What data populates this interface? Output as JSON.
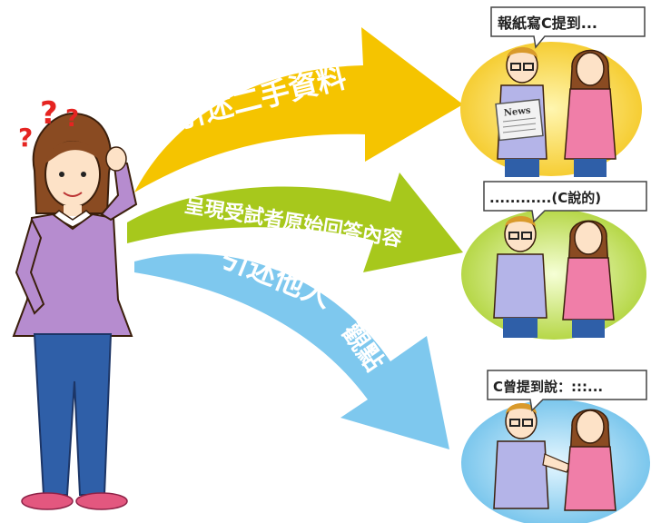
{
  "arrows": {
    "top": {
      "label": "引述二手資料",
      "color": "#f5c400"
    },
    "middle": {
      "label": "呈現受試者原始回答內容",
      "color": "#a7c81c"
    },
    "bottom": {
      "label_line1": "引述他人",
      "label_line2": "觀點",
      "color": "#7ec8ee"
    }
  },
  "bubbles": {
    "top": {
      "text": "報紙寫C提到...",
      "ellipse_color": "#f4c51a"
    },
    "middle": {
      "text": "............(C說的)",
      "ellipse_color": "#a9cf2b"
    },
    "bottom": {
      "text": "C曾提到說：:::...",
      "ellipse_color": "#66bde9"
    }
  },
  "newspaper": {
    "text": "News"
  },
  "question_marks": [
    "?",
    "?",
    "?"
  ]
}
